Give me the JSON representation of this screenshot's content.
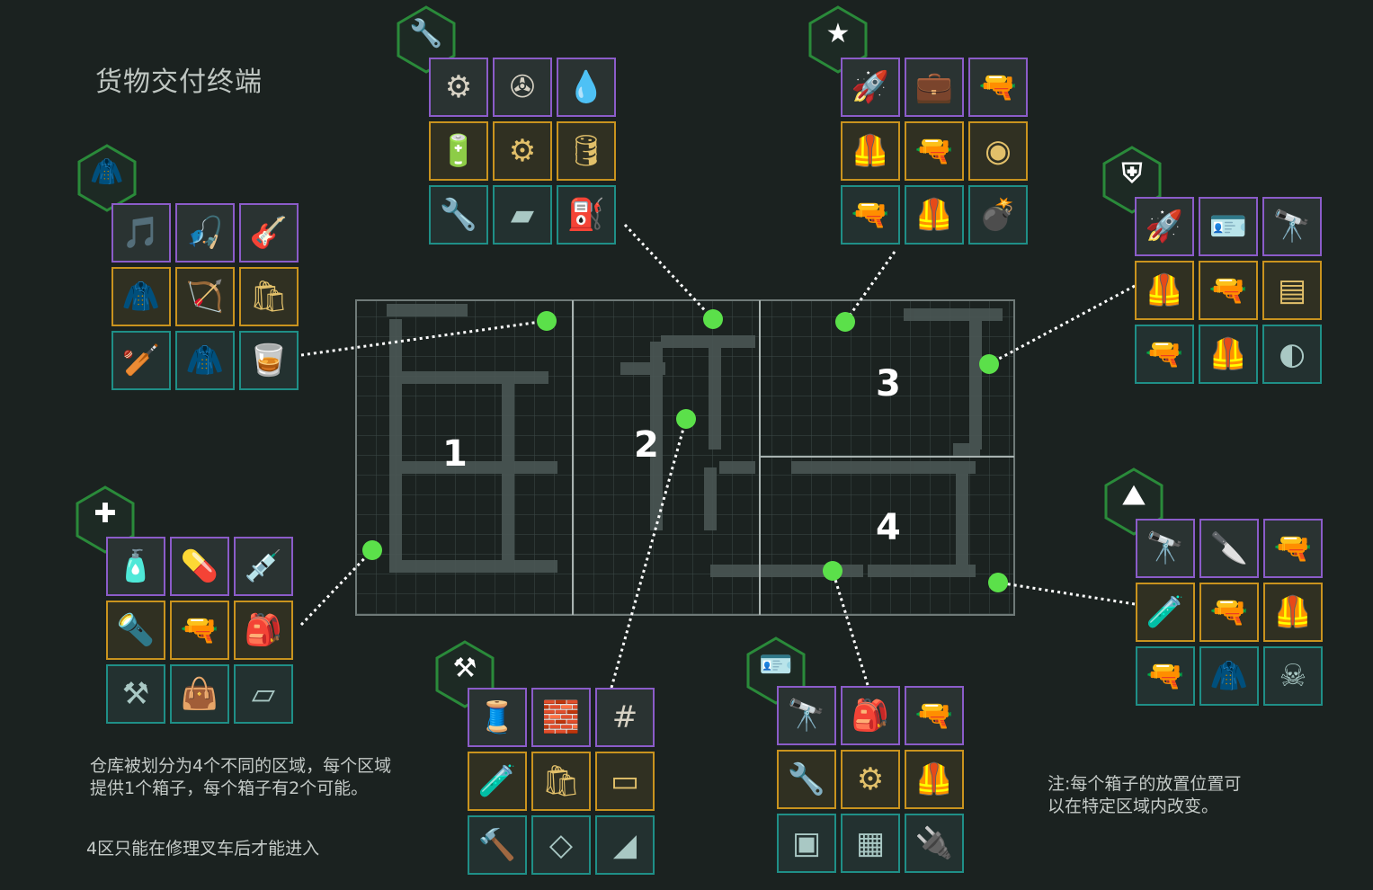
{
  "title": "货物交付终端",
  "notes": {
    "left_top_line1": "仓库被划分为4个不同的区域，每个区域",
    "left_top_line2": "提供1个箱子，每个箱子有2个可能。",
    "left_bottom": "4区只能在修理叉车后才能进入",
    "right_line1": "注:每个箱子的放置位置可",
    "right_line2": "以在特定区域内改变。"
  },
  "zones": [
    "1",
    "2",
    "3",
    "4"
  ],
  "colors": {
    "rare_border": "#8b5cc9",
    "gold_border": "#c9931e",
    "teal_border": "#1f8f87",
    "hex_border": "#2a8a3a",
    "marker": "#5be04a"
  },
  "clusters": [
    {
      "id": "clothing",
      "icon": "jacket-icon",
      "glyph": "🧥",
      "items": [
        [
          "vinyl-record",
          "🎵",
          "purple"
        ],
        [
          "fishing-rod",
          "🎣",
          "purple"
        ],
        [
          "guitar",
          "🎸",
          "purple"
        ],
        [
          "leather-jacket",
          "🧥",
          "gold"
        ],
        [
          "crossbow",
          "🏹",
          "gold"
        ],
        [
          "dog-food-bag",
          "🛍",
          "gold"
        ],
        [
          "baseball-bat",
          "🏏",
          "teal"
        ],
        [
          "bomber-jacket",
          "🧥",
          "teal"
        ],
        [
          "whiskey-bottle",
          "🥃",
          "teal"
        ]
      ]
    },
    {
      "id": "mechanic",
      "icon": "wrench-icon",
      "glyph": "🔧",
      "items": [
        [
          "shock-absorber",
          "⚙",
          "purple"
        ],
        [
          "propeller",
          "✇",
          "purple"
        ],
        [
          "fuel-tank",
          "💧",
          "purple"
        ],
        [
          "car-battery",
          "🔋",
          "gold"
        ],
        [
          "engine-block",
          "⚙",
          "gold"
        ],
        [
          "motor-oil",
          "🛢",
          "gold"
        ],
        [
          "wrench",
          "🔧",
          "teal"
        ],
        [
          "tarp",
          "▰",
          "teal"
        ],
        [
          "jerrycan",
          "⛽",
          "teal"
        ]
      ]
    },
    {
      "id": "military",
      "icon": "star-icon",
      "glyph": "★",
      "items": [
        [
          "rocket-launcher",
          "🚀",
          "purple"
        ],
        [
          "medkit-bag",
          "💼",
          "purple"
        ],
        [
          "assault-rifle",
          "🔫",
          "purple"
        ],
        [
          "body-armor",
          "🦺",
          "gold"
        ],
        [
          "rifle",
          "🔫",
          "gold"
        ],
        [
          "landmine",
          "◉",
          "gold"
        ],
        [
          "ak-rifle",
          "🔫",
          "teal"
        ],
        [
          "military-vest",
          "🦺",
          "teal"
        ],
        [
          "grenade",
          "💣",
          "teal"
        ]
      ]
    },
    {
      "id": "police",
      "icon": "police-badge-icon",
      "glyph": "⛨",
      "items": [
        [
          "bazooka",
          "🚀",
          "purple"
        ],
        [
          "police-badge",
          "🪪",
          "purple"
        ],
        [
          "sniper-rifle",
          "🔭",
          "purple"
        ],
        [
          "tactical-vest",
          "🦺",
          "gold"
        ],
        [
          "shotgun",
          "🔫",
          "gold"
        ],
        [
          "armor-plate",
          "▤",
          "gold"
        ],
        [
          "smg",
          "🔫",
          "teal"
        ],
        [
          "police-armor",
          "🦺",
          "teal"
        ],
        [
          "riot-visor",
          "◐",
          "teal"
        ]
      ]
    },
    {
      "id": "medical",
      "icon": "medical-cross-icon",
      "glyph": "✚",
      "items": [
        [
          "medicine-bottle",
          "🧴",
          "purple"
        ],
        [
          "pills",
          "💊",
          "purple"
        ],
        [
          "syringe",
          "💉",
          "purple"
        ],
        [
          "flashlight",
          "🔦",
          "gold"
        ],
        [
          "revolver",
          "🔫",
          "gold"
        ],
        [
          "backpack",
          "🎒",
          "gold"
        ],
        [
          "crowbar",
          "⚒",
          "teal"
        ],
        [
          "first-aid-bag",
          "👜",
          "teal"
        ],
        [
          "bandage",
          "▱",
          "teal"
        ]
      ]
    },
    {
      "id": "tools",
      "icon": "hammer-wrench-icon",
      "glyph": "⚒",
      "items": [
        [
          "copper-wire",
          "🧵",
          "purple"
        ],
        [
          "brick",
          "🧱",
          "purple"
        ],
        [
          "rebar-mesh",
          "#",
          "purple"
        ],
        [
          "glue-bottles",
          "🧪",
          "gold"
        ],
        [
          "cement-bag",
          "🛍",
          "gold"
        ],
        [
          "metal-sheet",
          "▭",
          "gold"
        ],
        [
          "hammer",
          "🔨",
          "teal"
        ],
        [
          "glass-sheet",
          "◇",
          "teal"
        ],
        [
          "steel-beam",
          "◢",
          "teal"
        ]
      ]
    },
    {
      "id": "electronics",
      "icon": "id-card-icon",
      "glyph": "🪪",
      "items": [
        [
          "scope",
          "🔭",
          "purple"
        ],
        [
          "tactical-backpack",
          "🎒",
          "purple"
        ],
        [
          "hunting-rifle",
          "🔫",
          "purple"
        ],
        [
          "tool-kit",
          "🔧",
          "gold"
        ],
        [
          "electric-motor",
          "⚙",
          "gold"
        ],
        [
          "combat-vest",
          "🦺",
          "gold"
        ],
        [
          "circuit-board",
          "▣",
          "teal"
        ],
        [
          "microchip",
          "▦",
          "teal"
        ],
        [
          "capacitors",
          "🔌",
          "teal"
        ]
      ]
    },
    {
      "id": "special",
      "icon": "faction-logo-icon",
      "glyph": "⛰",
      "items": [
        [
          "night-vision",
          "🔭",
          "purple"
        ],
        [
          "knife",
          "🔪",
          "purple"
        ],
        [
          "golden-rifle",
          "🔫",
          "purple"
        ],
        [
          "chemical-canister",
          "🧪",
          "gold"
        ],
        [
          "golden-shotgun",
          "🔫",
          "gold"
        ],
        [
          "yellow-armor",
          "🦺",
          "gold"
        ],
        [
          "gold-rifle",
          "🔫",
          "teal"
        ],
        [
          "yellow-jacket",
          "🧥",
          "teal"
        ],
        [
          "skull-pipe",
          "☠",
          "teal"
        ]
      ]
    }
  ]
}
